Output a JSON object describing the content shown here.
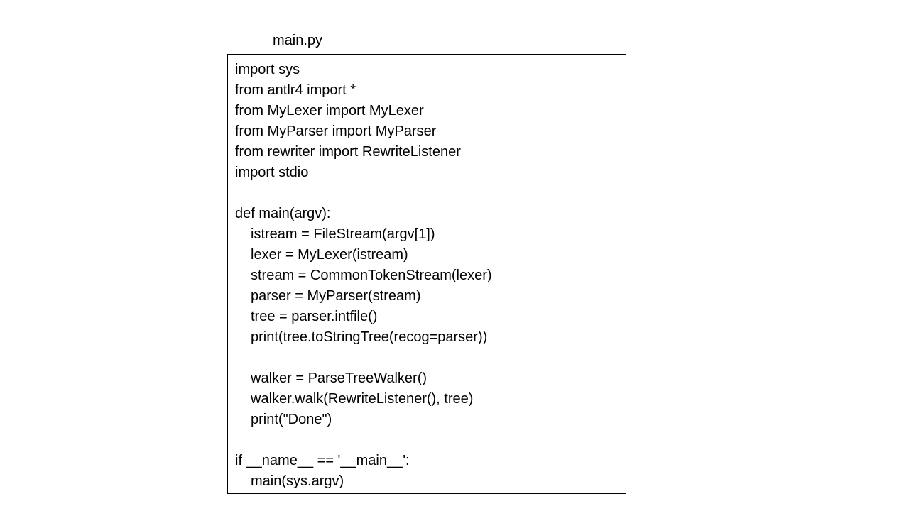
{
  "file_name": "main.py",
  "code": {
    "lines": [
      "import sys",
      "from antlr4 import *",
      "from MyLexer import MyLexer",
      "from MyParser import MyParser",
      "from rewriter import RewriteListener",
      "import stdio",
      "",
      "def main(argv):",
      "istream = FileStream(argv[1])",
      "lexer = MyLexer(istream)",
      "stream = CommonTokenStream(lexer)",
      "parser = MyParser(stream)",
      "tree = parser.intfile()",
      "print(tree.toStringTree(recog=parser))",
      "",
      "walker = ParseTreeWalker()",
      "walker.walk(RewriteListener(), tree)",
      "print(\"Done\")",
      "",
      "if __name__ == '__main__':",
      "main(sys.argv)"
    ]
  }
}
